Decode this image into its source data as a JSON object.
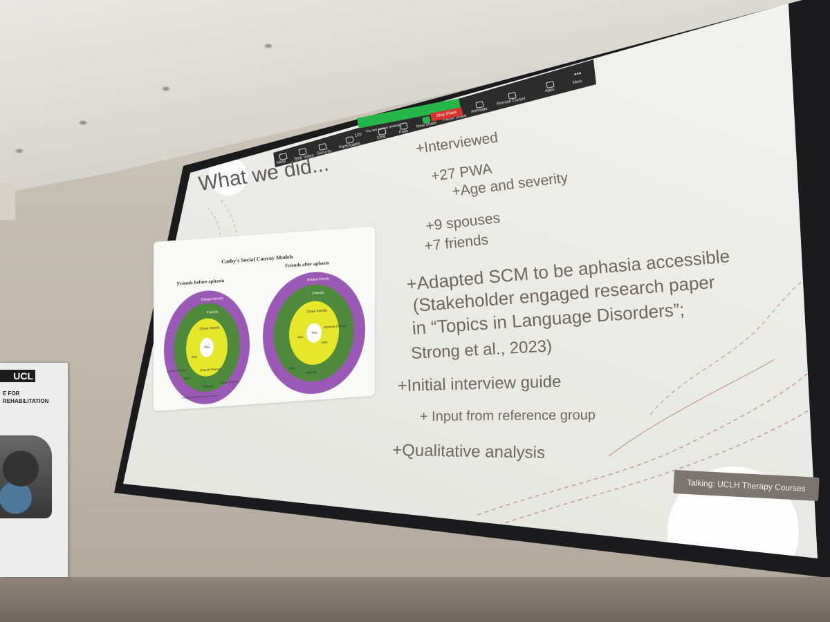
{
  "toolbar": {
    "items": [
      "Mute",
      "Stop Video",
      "Security",
      "Participants",
      "125",
      "Chat",
      "Polls",
      "New Share",
      "Pause Share",
      "Annotate",
      "Remote Control",
      "Apps",
      "More"
    ],
    "stop_share": "Stop Share",
    "access_note": "You are screen sharing"
  },
  "slide": {
    "title": "What we did...",
    "bullets": [
      {
        "text": "+Interviewed"
      },
      {
        "text": "+27 PWA"
      },
      {
        "text": "+Age and severity"
      },
      {
        "text": "+9 spouses"
      },
      {
        "text": "+7 friends"
      },
      {
        "text": "+Adapted SCM to be aphasia accessible"
      },
      {
        "text": "(Stakeholder engaged research paper"
      },
      {
        "text": "in “Topics in Language Disorders”;"
      },
      {
        "text": "Strong et al., 2023)"
      },
      {
        "text": "+Initial interview guide"
      },
      {
        "text": "+ Input from reference group"
      },
      {
        "text": "+Qualitative analysis"
      }
    ],
    "badge": "Talking: UCLH Therapy Courses"
  },
  "diagram": {
    "title": "Cathy's Social Convoy Models",
    "left_heading": "Friends before aphasia",
    "right_heading": "Friends after aphasia",
    "ring_labels": {
      "distant": "Distant friends",
      "friends": "Friends",
      "close": "Close friends",
      "you": "You"
    },
    "left_names": [
      "Rita",
      "Church Friends",
      "Jane",
      "Melissa",
      "School Friends",
      "Work Friends",
      "Friends from child's sports teams"
    ],
    "right_names": [
      "Rita",
      "Vicki",
      "Aphasia Friends",
      "Jane",
      "Melissa"
    ],
    "colors": {
      "distant": "#9b59b6",
      "friends": "#4f8a3c",
      "close": "#e6e62a",
      "you": "#ffffff"
    }
  },
  "banner": {
    "logo": "UCL",
    "lines": [
      "E FOR",
      "REHABILITATION"
    ]
  }
}
